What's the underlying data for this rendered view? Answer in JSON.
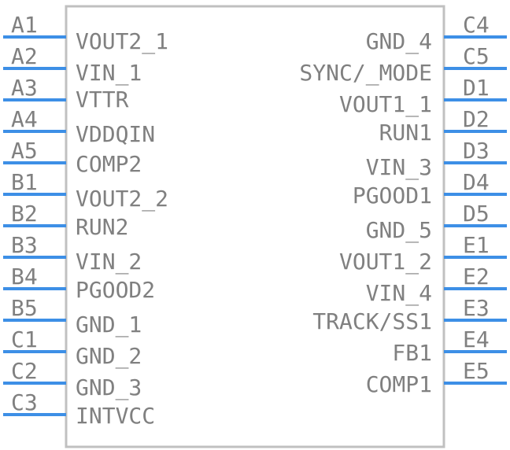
{
  "component": {
    "body_color": "#c0c0c0",
    "pin_color": "#3d8fe6",
    "text_color": "#808080"
  },
  "left_pins": [
    {
      "number": "A1",
      "name": "VOUT2_1"
    },
    {
      "number": "A2",
      "name": "VIN_1"
    },
    {
      "number": "A3",
      "name": "VTTR"
    },
    {
      "number": "A4",
      "name": "VDDQIN"
    },
    {
      "number": "A5",
      "name": "COMP2"
    },
    {
      "number": "B1",
      "name": "VOUT2_2"
    },
    {
      "number": "B2",
      "name": "RUN2"
    },
    {
      "number": "B3",
      "name": "VIN_2"
    },
    {
      "number": "B4",
      "name": "PGOOD2"
    },
    {
      "number": "B5",
      "name": "GND_1"
    },
    {
      "number": "C1",
      "name": "GND_2"
    },
    {
      "number": "C2",
      "name": "GND_3"
    },
    {
      "number": "C3",
      "name": "INTVCC"
    }
  ],
  "right_pins": [
    {
      "number": "C4",
      "name": "GND_4"
    },
    {
      "number": "C5",
      "name": "SYNC/_MODE"
    },
    {
      "number": "D1",
      "name": "VOUT1_1"
    },
    {
      "number": "D2",
      "name": "RUN1"
    },
    {
      "number": "D3",
      "name": "VIN_3"
    },
    {
      "number": "D4",
      "name": "PGOOD1"
    },
    {
      "number": "D5",
      "name": "GND_5"
    },
    {
      "number": "E1",
      "name": "VOUT1_2"
    },
    {
      "number": "E2",
      "name": "VIN_4"
    },
    {
      "number": "E3",
      "name": "TRACK/SS1"
    },
    {
      "number": "E4",
      "name": "FB1"
    },
    {
      "number": "E5",
      "name": "COMP1"
    }
  ]
}
